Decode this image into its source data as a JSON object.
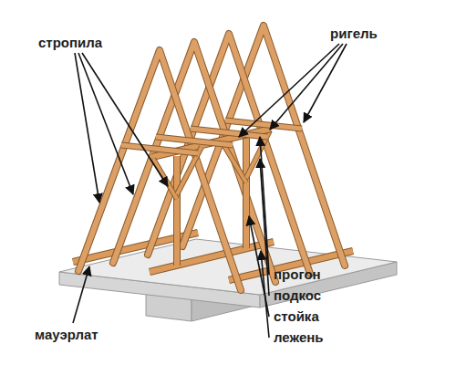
{
  "diagram": {
    "labels": [
      "стропила",
      "ригель",
      "прогон",
      "подкос",
      "стойка",
      "лежень",
      "мауэрлат"
    ]
  }
}
